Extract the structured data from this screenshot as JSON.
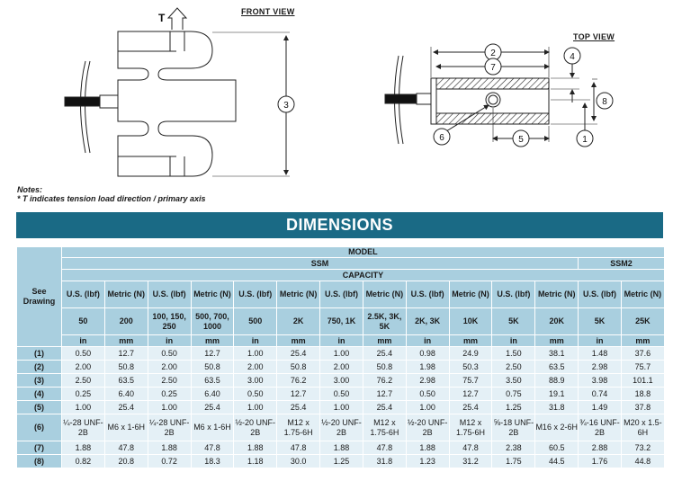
{
  "drawing": {
    "front_view_label": "FRONT VIEW",
    "top_view_label": "TOP VIEW",
    "tension_marker": "T",
    "callouts": [
      "1",
      "2",
      "3",
      "4",
      "5",
      "6",
      "7",
      "8"
    ]
  },
  "notes": {
    "title": "Notes:",
    "line1": "* T indicates tension load direction / primary axis"
  },
  "banner": {
    "title": "DIMENSIONS"
  },
  "table": {
    "see_drawing": "See Drawing",
    "model_label": "MODEL",
    "ssm_label": "SSM",
    "ssm2_label": "SSM2",
    "capacity_label": "CAPACITY",
    "unit_headers": [
      "U.S. (lbf)",
      "Metric (N)",
      "U.S. (lbf)",
      "Metric (N)",
      "U.S. (lbf)",
      "Metric (N)",
      "U.S. (lbf)",
      "Metric (N)",
      "U.S. (lbf)",
      "Metric (N)",
      "U.S. (lbf)",
      "Metric (N)",
      "U.S. (lbf)",
      "Metric (N)"
    ],
    "capacities": [
      "50",
      "200",
      "100, 150, 250",
      "500, 700, 1000",
      "500",
      "2K",
      "750, 1K",
      "2.5K, 3K, 5K",
      "2K, 3K",
      "10K",
      "5K",
      "20K",
      "5K",
      "25K"
    ],
    "length_units": [
      "in",
      "mm",
      "in",
      "mm",
      "in",
      "mm",
      "in",
      "mm",
      "in",
      "mm",
      "in",
      "mm",
      "in",
      "mm"
    ],
    "rows": [
      {
        "label": "(1)",
        "values": [
          "0.50",
          "12.7",
          "0.50",
          "12.7",
          "1.00",
          "25.4",
          "1.00",
          "25.4",
          "0.98",
          "24.9",
          "1.50",
          "38.1",
          "1.48",
          "37.6"
        ]
      },
      {
        "label": "(2)",
        "values": [
          "2.00",
          "50.8",
          "2.00",
          "50.8",
          "2.00",
          "50.8",
          "2.00",
          "50.8",
          "1.98",
          "50.3",
          "2.50",
          "63.5",
          "2.98",
          "75.7"
        ]
      },
      {
        "label": "(3)",
        "values": [
          "2.50",
          "63.5",
          "2.50",
          "63.5",
          "3.00",
          "76.2",
          "3.00",
          "76.2",
          "2.98",
          "75.7",
          "3.50",
          "88.9",
          "3.98",
          "101.1"
        ]
      },
      {
        "label": "(4)",
        "values": [
          "0.25",
          "6.40",
          "0.25",
          "6.40",
          "0.50",
          "12.7",
          "0.50",
          "12.7",
          "0.50",
          "12.7",
          "0.75",
          "19.1",
          "0.74",
          "18.8"
        ]
      },
      {
        "label": "(5)",
        "values": [
          "1.00",
          "25.4",
          "1.00",
          "25.4",
          "1.00",
          "25.4",
          "1.00",
          "25.4",
          "1.00",
          "25.4",
          "1.25",
          "31.8",
          "1.49",
          "37.8"
        ]
      },
      {
        "label": "(6)",
        "values": [
          "¼-28 UNF-2B",
          "M6 x 1-6H",
          "¼-28 UNF-2B",
          "M6 x 1-6H",
          "½-20 UNF-2B",
          "M12 x 1.75-6H",
          "½-20 UNF-2B",
          "M12 x 1.75-6H",
          "½-20 UNF-2B",
          "M12 x 1.75-6H",
          "⅝-18 UNF-2B",
          "M16 x 2-6H",
          "¾-16 UNF-2B",
          "M20 x 1.5-6H"
        ]
      },
      {
        "label": "(7)",
        "values": [
          "1.88",
          "47.8",
          "1.88",
          "47.8",
          "1.88",
          "47.8",
          "1.88",
          "47.8",
          "1.88",
          "47.8",
          "2.38",
          "60.5",
          "2.88",
          "73.2"
        ]
      },
      {
        "label": "(8)",
        "values": [
          "0.82",
          "20.8",
          "0.72",
          "18.3",
          "1.18",
          "30.0",
          "1.25",
          "31.8",
          "1.23",
          "31.2",
          "1.75",
          "44.5",
          "1.76",
          "44.8"
        ]
      }
    ]
  }
}
